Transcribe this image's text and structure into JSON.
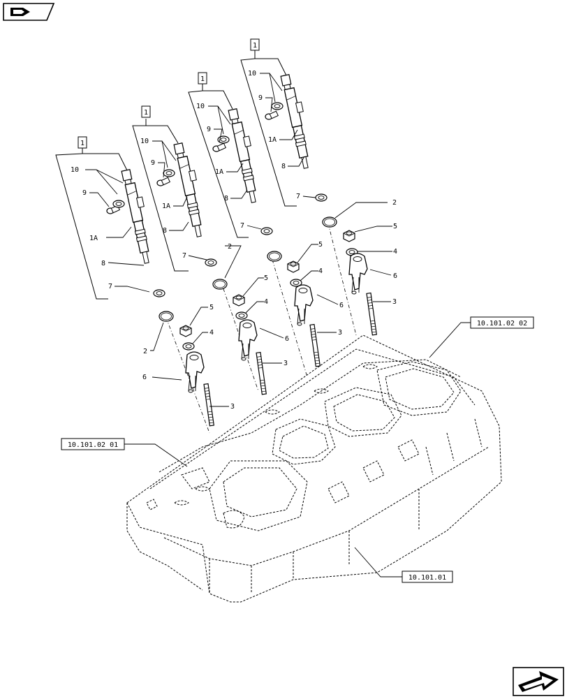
{
  "navigation": {
    "prev_icon": "book-arrow-icon",
    "next_icon": "next-page-arrow-icon"
  },
  "references": [
    {
      "id": "ref-head-cover-2",
      "label": "10.101.02 02"
    },
    {
      "id": "ref-head-cover-1",
      "label": "10.101.02 01"
    },
    {
      "id": "ref-cylinder-head",
      "label": "10.101.01"
    }
  ],
  "kit_marker": "1",
  "callouts": {
    "c1a": "1A",
    "c1b": "1A",
    "c1c": "1A",
    "c1d": "1A",
    "c2a": "2",
    "c2b": "2",
    "c2c": "2",
    "c3a": "3",
    "c3b": "3",
    "c3c": "3",
    "c3d": "3",
    "c4a": "4",
    "c4b": "4",
    "c4c": "4",
    "c4d": "4",
    "c5a": "5",
    "c5b": "5",
    "c5c": "5",
    "c5d": "5",
    "c6a": "6",
    "c6b": "6",
    "c6c": "6",
    "c6d": "6",
    "c7a": "7",
    "c7b": "7",
    "c7c": "7",
    "c7d": "7",
    "c8a": "8",
    "c8b": "8",
    "c8c": "8",
    "c8d": "8",
    "c9a": "9",
    "c9b": "9",
    "c9c": "9",
    "c9d": "9",
    "c10a": "10",
    "c10b": "10",
    "c10c": "10",
    "c10d": "10"
  }
}
